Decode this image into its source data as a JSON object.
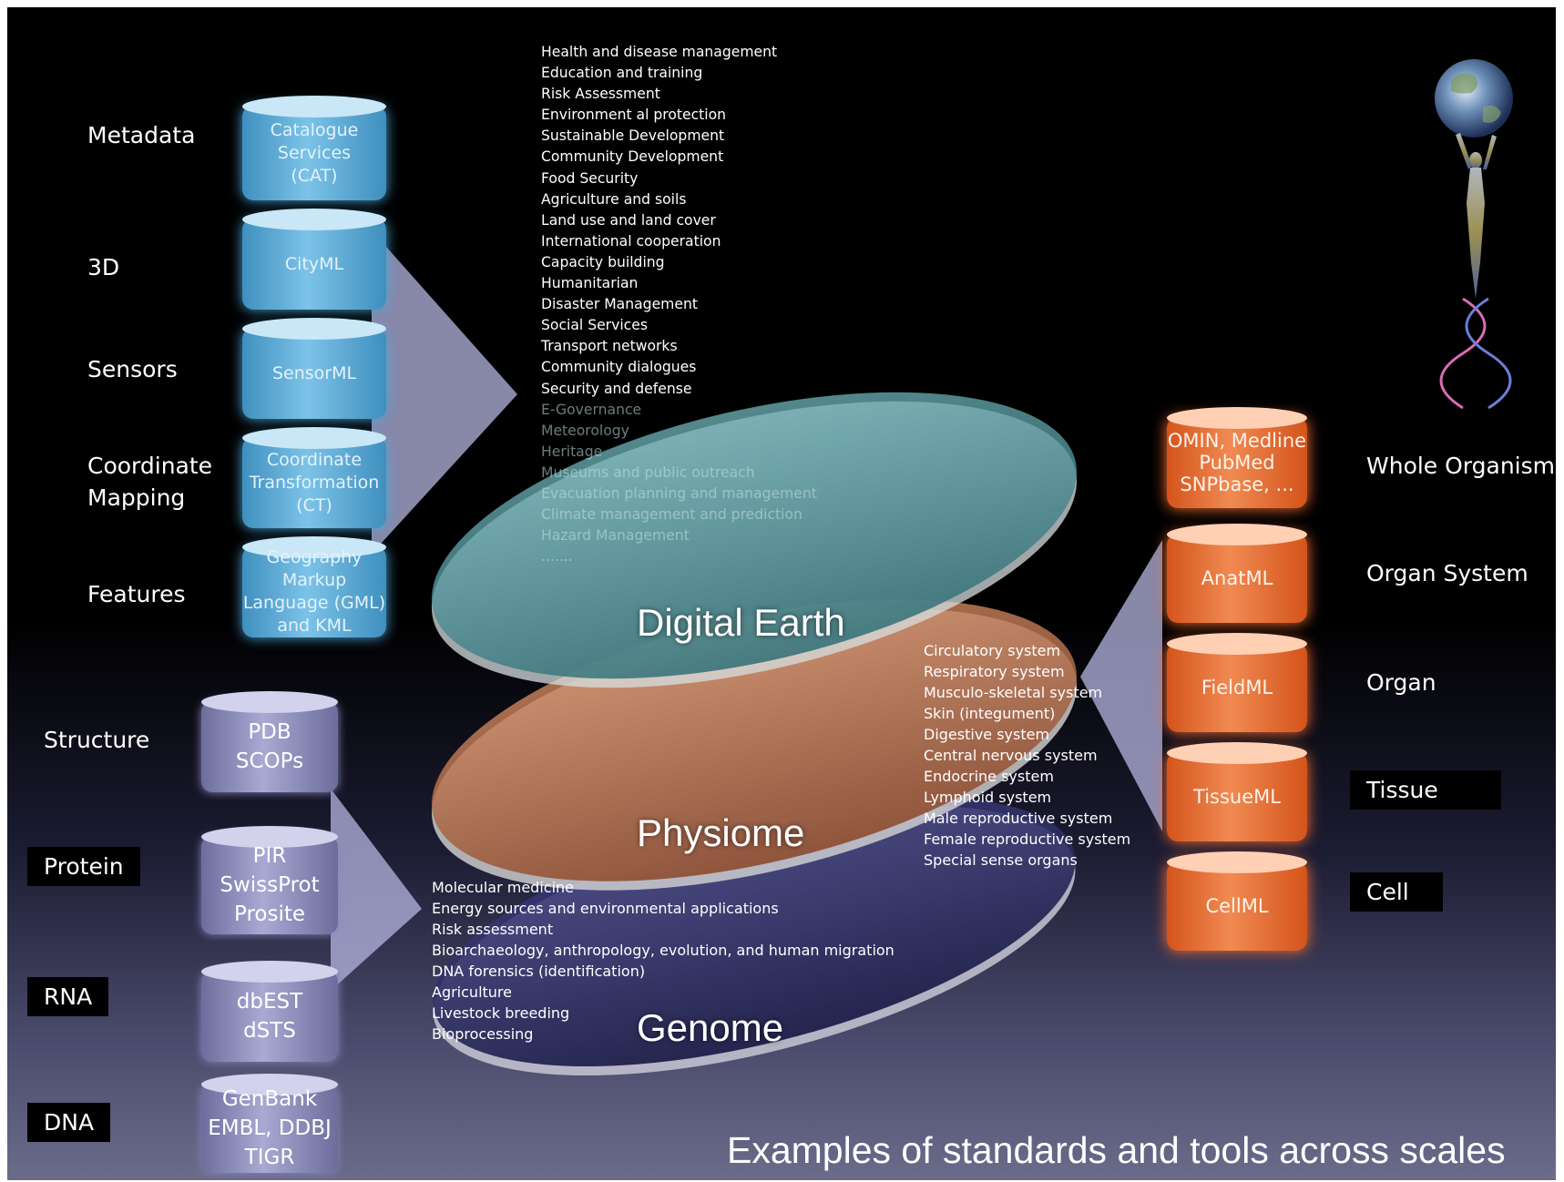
{
  "caption": "Examples of standards and tools across scales",
  "geo_scales": [
    "Metadata",
    "3D",
    "Sensors",
    "Coordinate Mapping",
    "Features"
  ],
  "geo_standards": [
    {
      "lines": [
        "Catalogue",
        "Services",
        "(CAT)"
      ]
    },
    {
      "lines": [
        "CityML"
      ]
    },
    {
      "lines": [
        "SensorML"
      ]
    },
    {
      "lines": [
        "Coordinate",
        "Transformation",
        "(CT)"
      ]
    },
    {
      "lines": [
        "Geography Markup",
        "Language (GML)",
        "and KML"
      ]
    }
  ],
  "molecular_scales": [
    "Structure",
    "Protein",
    "RNA",
    "DNA"
  ],
  "molecular_databases": [
    {
      "lines": [
        "PDB",
        "SCOPs"
      ]
    },
    {
      "lines": [
        "PIR",
        "SwissProt",
        "Prosite"
      ]
    },
    {
      "lines": [
        "dbEST",
        "dSTS"
      ]
    },
    {
      "lines": [
        "GenBank",
        "EMBL, DDBJ",
        "TIGR"
      ]
    }
  ],
  "biological_scales": [
    "Whole Organism",
    "Organ System",
    "Organ",
    "Tissue",
    "Cell"
  ],
  "bio_standards": [
    {
      "lines": [
        "OMIN, Medline",
        "PubMed",
        "SNPbase, ..."
      ]
    },
    {
      "lines": [
        "AnatML"
      ]
    },
    {
      "lines": [
        "FieldML"
      ]
    },
    {
      "lines": [
        "TissueML"
      ]
    },
    {
      "lines": [
        "CellML"
      ]
    }
  ],
  "layers": {
    "digital_earth": {
      "title": "Digital Earth",
      "applications": [
        "Health and disease management",
        "Education and training",
        "Risk Assessment",
        "Environment al protection",
        "Sustainable Development",
        "Community Development",
        "Food Security",
        "Agriculture and soils",
        "Land use and land cover",
        "International cooperation",
        "Capacity building",
        "Humanitarian",
        "Disaster Management",
        "Social Services",
        "Transport networks",
        "Community dialogues",
        "Security and defense",
        "E-Governance",
        "Meteorology",
        "Heritage",
        "Museums and public outreach",
        "Evacuation planning and management",
        "Climate management and prediction",
        "Hazard Management",
        "......."
      ]
    },
    "physiome": {
      "title": "Physiome",
      "systems": [
        "Circulatory system",
        "Respiratory system",
        "Musculo-skeletal system",
        "Skin (integument)",
        "Digestive system",
        "Central nervous system",
        "Endocrine system",
        "Lymphoid system",
        "Male reproductive system",
        "Female reproductive system",
        "Special sense organs"
      ]
    },
    "genome": {
      "title": "Genome",
      "applications": [
        "Molecular medicine",
        "Energy sources and environmental applications",
        "Risk assessment",
        "Bioarchaeology, anthropology, evolution, and human migration",
        "DNA forensics (identification)",
        "Agriculture",
        "Livestock breeding",
        "Bioprocessing"
      ]
    }
  },
  "colors": {
    "geo": "#5aa9d6",
    "molecular": "#9a9ac8",
    "bio": "#e8692e",
    "earth_disk": "#3f7f86",
    "physiome_disk": "#b9704c",
    "genome_disk": "#2c2c60"
  },
  "icons": [
    "globe-icon",
    "human-figure-icon",
    "dna-helix-icon"
  ]
}
